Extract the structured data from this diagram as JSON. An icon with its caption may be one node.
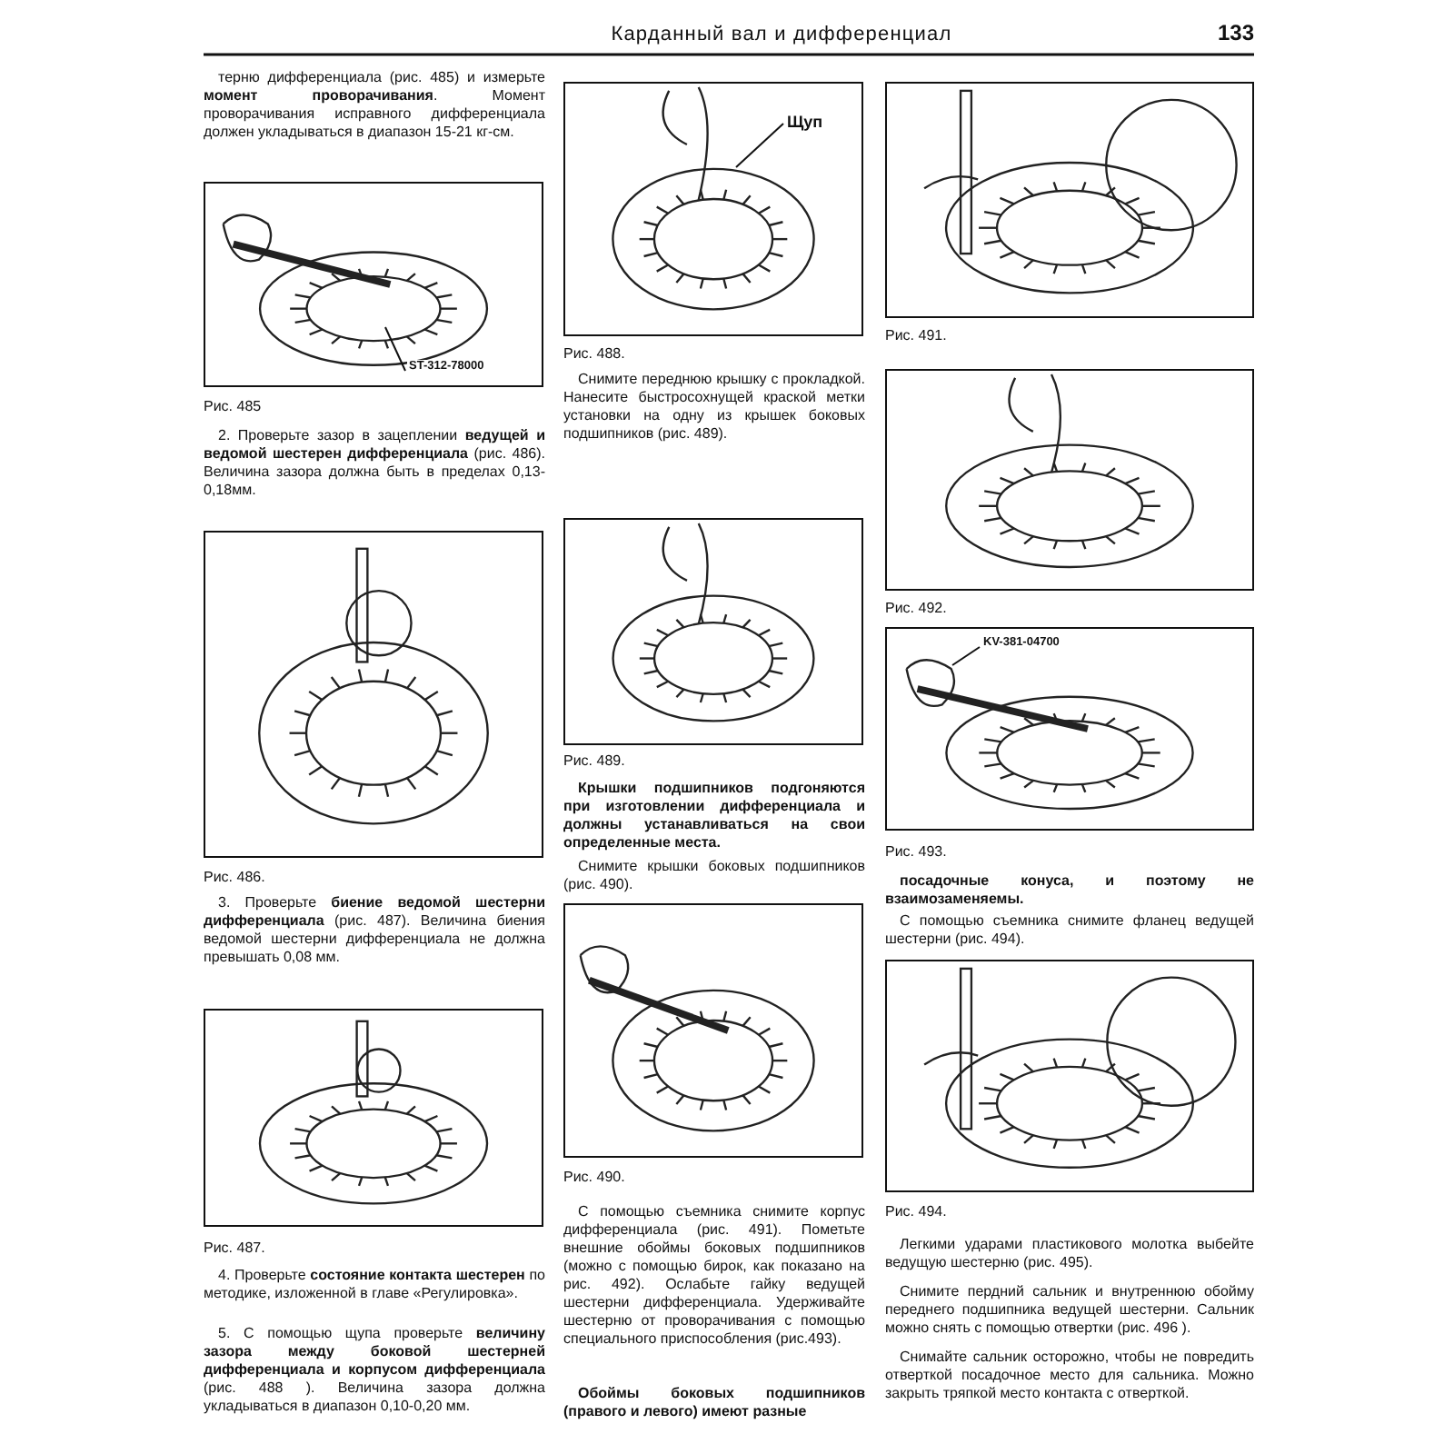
{
  "diagram": {
    "title": "Карданный вал и дифференциал",
    "nodes": [
      {
        "text": [
          "Щуп"
        ]
      },
      {
        "text": [
          "ST-312-78000"
        ]
      },
      {
        "text": [
          "KV-381-04700"
        ]
      }
    ],
    "edges": [
      {
        "from": 0,
        "to": null,
        "arrow": "none"
      },
      {
        "from": 1,
        "to": null,
        "arrow": "none"
      },
      {
        "from": 2,
        "to": null,
        "arrow": "none"
      }
    ],
    "labels": [
      "133",
      "терню дифференциала (рис. 485) и измерьте **момент проворачивания**. Момент проворачивания исправного дифференциала должен укладываться в диапазон 15-21 кг-см.",
      "Рис. 485",
      "2. Проверьте зазор в зацеплении **ведущей и ведомой шестерен дифференциала** (рис. 486). Величина зазора должна быть в пределах 0,13-0,18мм.",
      "Рис. 486.",
      "3. Проверьте **биение ведомой шестерни дифференциала** (рис. 487). Величина биения ведомой шестерни дифференциала не должна превышать 0,08 мм.",
      "Рис. 487.",
      "4. Проверьте **состояние контакта шестерен** по методике, изложенной в главе «Регулировка».",
      "5. С помощью щупа проверьте **величину зазора между боковой шестерней дифференциала и корпусом дифференциала** (рис. 488 ). Величина зазора должна укладываться в диапазон 0,10-0,20 мм.",
      "Рис. 488.",
      "Снимите переднюю крышку с прокладкой. Нанесите быстросохнущей краской метки установки на одну из крышек боковых подшипников (рис. 489).",
      "Рис. 489.",
      "Крышки подшипников подгоняются при изготовлении дифференциала и должны устанавливаться на свои определенные места.",
      "Снимите крышки боковых подшипников (рис. 490).",
      "Рис. 490.",
      "С помощью съемника снимите корпус дифференциала (рис. 491). Пометьте внешние обоймы боковых подшипников (можно с помощью бирок, как показано на рис. 492). Ослабьте гайку ведущей шестерни дифференциала. Удерживайте шестерню от проворачивания с помощью специального приспособления (рис.493).",
      "Обоймы боковых подшипников (правого и левого) имеют разные",
      "Рис. 491.",
      "Рис. 492.",
      "Рис. 493.",
      "посадочные конуса, и поэтому не взаимозаменяемы.",
      "С помощью съемника снимите фланец ведущей шестерни (рис. 494).",
      "Рис. 494.",
      "Легкими ударами пластикового молотка выбейте ведущую шестерню (рис. 495).",
      "Снимите пердний сальник и внутреннюю обойму переднего подшипника ведущей шестерни. Сальник можно снять с помощью отвертки (рис. 496 ).",
      "Снимайте сальник осторожно, чтобы не повредить отверткой посадочное место для сальника. Можно закрыть тряпкой место контакта с отверткой."
    ]
  }
}
